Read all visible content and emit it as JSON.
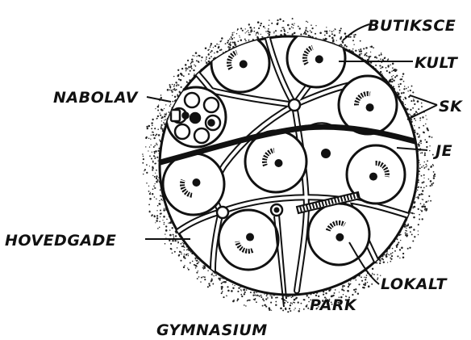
{
  "diagram": {
    "labels": {
      "butikscenter": "BUTIKSCE",
      "kultur": "KULT",
      "skole": "SK",
      "jernbane": "JE",
      "lokalt": "LOKALT",
      "park": "PARK",
      "gymnasium": "GYMNASIUM",
      "hovedgade": "HOVEDGADE",
      "nabolav": "NABOLAV"
    },
    "colors": {
      "ink": "#111111",
      "paper": "#ffffff"
    }
  }
}
